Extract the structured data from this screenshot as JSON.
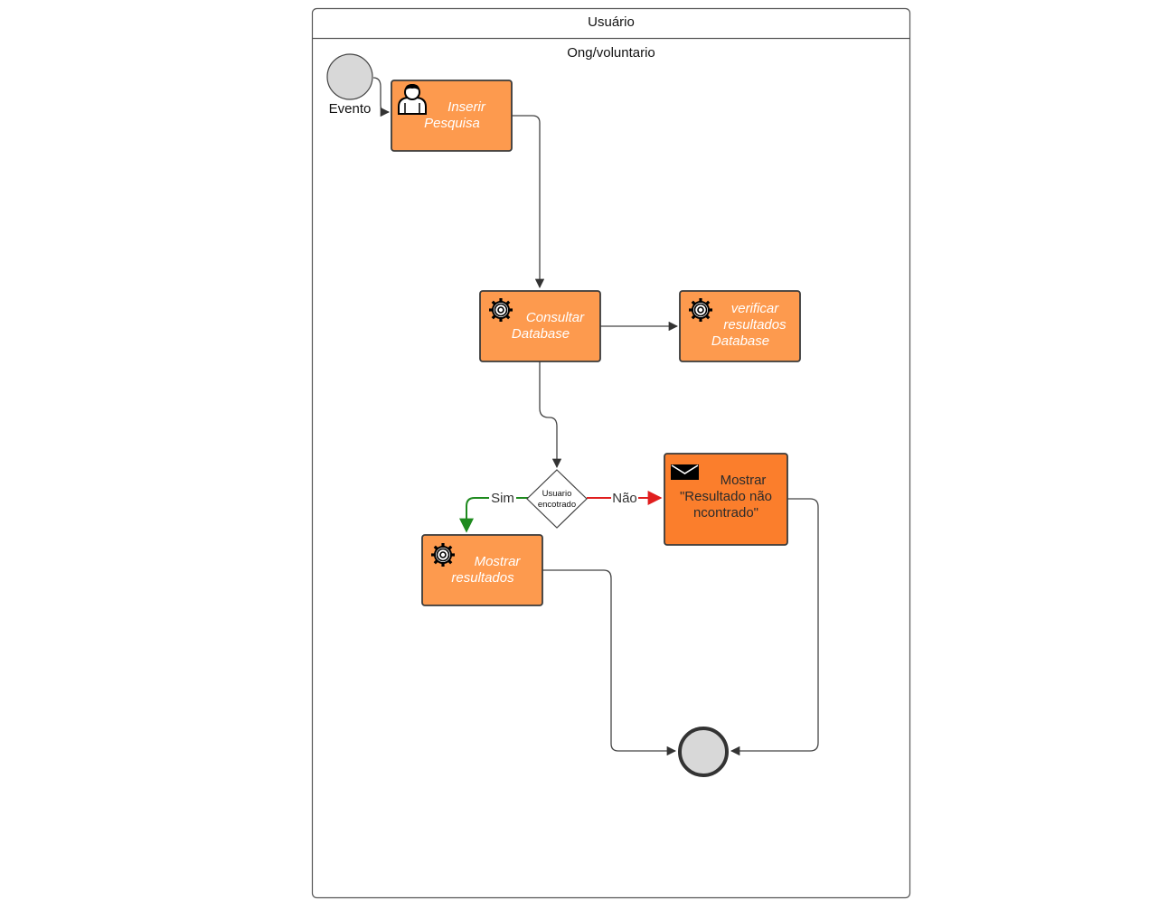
{
  "pool": {
    "title": "Usuário",
    "lane_title": "Ong/voluntario"
  },
  "start_event": {
    "label": "Evento"
  },
  "tasks": {
    "inserir": {
      "line1": "Inserir",
      "line2": "Pesquisa",
      "icon": "user-icon"
    },
    "consultar": {
      "line1": "Consultar",
      "line2": "Database",
      "icon": "gear-icon"
    },
    "verificar": {
      "line1": "verificar",
      "line2": "resultados",
      "line3": "Database",
      "icon": "gear-icon"
    },
    "mostrar_nao": {
      "line1": "Mostrar",
      "line2": "\"Resultado não",
      "line3": "ncontrado\"",
      "icon": "envelope-icon"
    },
    "mostrar_res": {
      "line1": "Mostrar",
      "line2": "resultados",
      "icon": "gear-icon"
    }
  },
  "gateway": {
    "line1": "Usuario",
    "line2": "encotrado"
  },
  "edges": {
    "sim": "Sim",
    "nao": "Não"
  },
  "colors": {
    "task_fill": "#FD9A4E",
    "task_fill_dark": "#FB7E2C",
    "task_stroke": "#3a3a3a",
    "event_fill": "#D8D8D8",
    "yes_color": "#1E8A1E",
    "no_color": "#E01E1E",
    "line_color": "#444444"
  }
}
